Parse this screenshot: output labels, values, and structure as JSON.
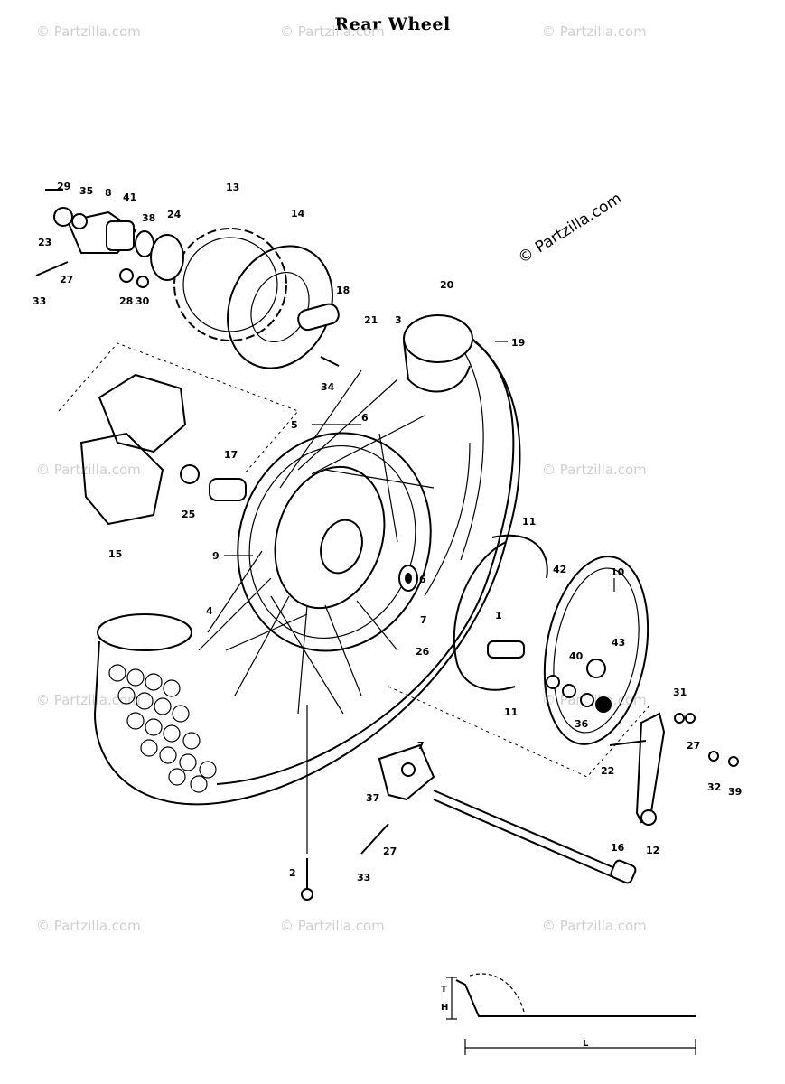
{
  "title": "Rear Wheel",
  "watermark": {
    "main": "© Partzilla.com",
    "faded": "© Partzilla.com"
  },
  "callouts": [
    "1",
    "2",
    "3",
    "4",
    "5",
    "6",
    "7",
    "8",
    "9",
    "10",
    "11",
    "12",
    "13",
    "14",
    "15",
    "16",
    "17",
    "18",
    "19",
    "20",
    "21",
    "22",
    "23",
    "24",
    "25",
    "26",
    "27",
    "28",
    "29",
    "30",
    "31",
    "32",
    "33",
    "34",
    "35",
    "36",
    "37",
    "38",
    "39",
    "40",
    "41",
    "42",
    "43"
  ],
  "dimension_labels": {
    "top": "T",
    "height": "H",
    "length": "L"
  }
}
